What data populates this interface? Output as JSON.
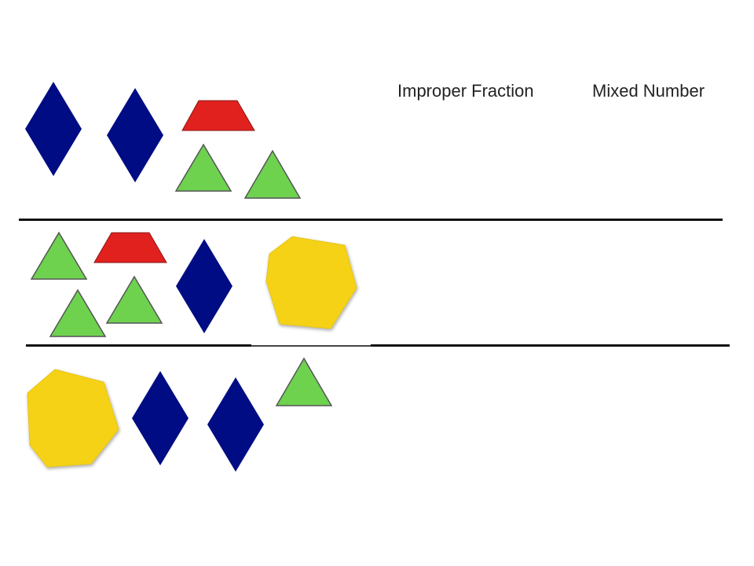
{
  "headers": {
    "improper_fraction": "Improper Fraction",
    "mixed_number": "Mixed Number"
  },
  "colors": {
    "rhombus": "#000C84",
    "trapezoid": "#E0211E",
    "triangle": "#6ED24F",
    "hexagon": "#F5D216",
    "outline": "#555555"
  },
  "rows": [
    {
      "pieces": [
        "blue-rhombus",
        "blue-rhombus",
        "red-trapezoid",
        "green-triangle",
        "green-triangle"
      ]
    },
    {
      "pieces": [
        "green-triangle",
        "red-trapezoid",
        "green-triangle",
        "green-triangle",
        "blue-rhombus",
        "yellow-hexagon"
      ]
    },
    {
      "pieces": [
        "yellow-hexagon",
        "blue-rhombus",
        "blue-rhombus",
        "green-triangle"
      ]
    }
  ]
}
